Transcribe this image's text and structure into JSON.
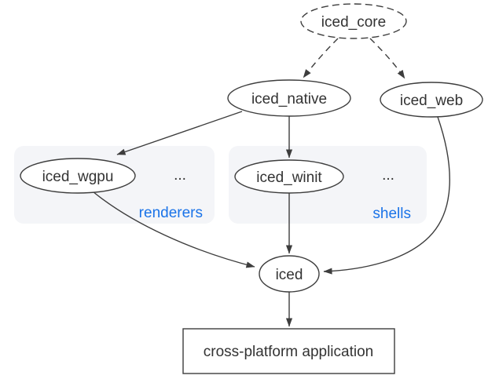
{
  "colors": {
    "background": "#ffffff",
    "node_fill": "#ffffff",
    "stroke": "#3d3d3d",
    "node_label": "#333333",
    "cluster_fill": "#f4f5f8",
    "cluster_label": "#1a73e8"
  },
  "nodes": {
    "iced_core": {
      "label": "iced_core",
      "shape": "dashed-ellipse"
    },
    "iced_native": {
      "label": "iced_native",
      "shape": "ellipse"
    },
    "iced_web": {
      "label": "iced_web",
      "shape": "ellipse"
    },
    "iced_wgpu": {
      "label": "iced_wgpu",
      "shape": "ellipse"
    },
    "renderers_more": {
      "label": "...",
      "shape": "plain"
    },
    "iced_winit": {
      "label": "iced_winit",
      "shape": "ellipse"
    },
    "shells_more": {
      "label": "...",
      "shape": "plain"
    },
    "iced": {
      "label": "iced",
      "shape": "ellipse"
    },
    "application": {
      "label": "cross-platform application",
      "shape": "rect"
    }
  },
  "clusters": {
    "renderers": {
      "label": "renderers"
    },
    "shells": {
      "label": "shells"
    }
  },
  "edges": [
    {
      "from": "iced_core",
      "to": "iced_native",
      "style": "dashed"
    },
    {
      "from": "iced_core",
      "to": "iced_web",
      "style": "dashed"
    },
    {
      "from": "iced_native",
      "to": "iced_wgpu",
      "style": "solid"
    },
    {
      "from": "iced_native",
      "to": "iced_winit",
      "style": "solid"
    },
    {
      "from": "iced_wgpu",
      "to": "iced",
      "style": "solid"
    },
    {
      "from": "iced_winit",
      "to": "iced",
      "style": "solid"
    },
    {
      "from": "iced_web",
      "to": "iced",
      "style": "solid"
    },
    {
      "from": "iced",
      "to": "application",
      "style": "solid"
    }
  ]
}
